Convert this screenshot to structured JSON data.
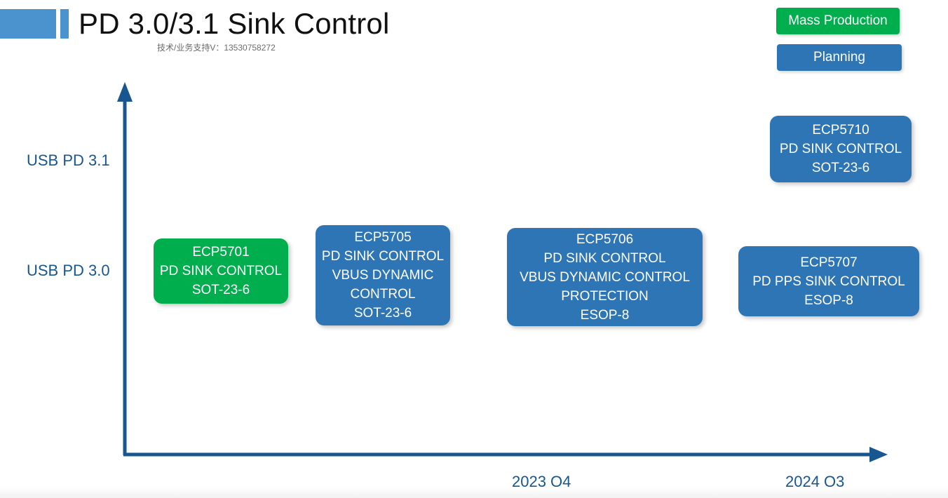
{
  "header": {
    "title": "PD 3.0/3.1 Sink Control",
    "subtitle": "技术/业务支持V：13530758272"
  },
  "legend": {
    "items": [
      {
        "label": "Mass Production",
        "color": "#00AE4D",
        "status": "mass-production"
      },
      {
        "label": "Planning",
        "color": "#2E75B6",
        "status": "planning"
      }
    ]
  },
  "chart_data": {
    "type": "scatter",
    "title": "PD 3.0/3.1 Sink Control",
    "xlabel": "",
    "ylabel": "",
    "grid": false,
    "legend_position": "top-right",
    "y_axis": {
      "categories": [
        "USB PD 3.0",
        "USB PD 3.1"
      ],
      "tick_labels": [
        "USB PD 3.1",
        "USB PD 3.0"
      ]
    },
    "x_axis": {
      "tick_labels": [
        "2023 Q4",
        "2024 Q3"
      ]
    },
    "series": [
      {
        "name": "Mass Production",
        "color": "#00AE4D",
        "points": [
          {
            "part": "ECP5701",
            "x": "",
            "y": "USB PD 3.0"
          }
        ]
      },
      {
        "name": "Planning",
        "color": "#2E75B6",
        "points": [
          {
            "part": "ECP5705",
            "x": "",
            "y": "USB PD 3.0"
          },
          {
            "part": "ECP5706",
            "x": "2023 Q4",
            "y": "USB PD 3.0"
          },
          {
            "part": "ECP5707",
            "x": "2024 Q3",
            "y": "USB PD 3.0"
          },
          {
            "part": "ECP5710",
            "x": "2024 Q3",
            "y": "USB PD 3.1"
          }
        ]
      }
    ]
  },
  "products": {
    "ecp5701": {
      "status": "mass-production",
      "lines": [
        "ECP5701",
        "PD SINK CONTROL",
        "SOT-23-6"
      ]
    },
    "ecp5705": {
      "status": "planning",
      "lines": [
        "ECP5705",
        "PD SINK CONTROL",
        "VBUS DYNAMIC CONTROL",
        "SOT-23-6"
      ]
    },
    "ecp5706": {
      "status": "planning",
      "lines": [
        "ECP5706",
        "PD SINK CONTROL",
        "VBUS DYNAMIC CONTROL",
        "PROTECTION",
        "ESOP-8"
      ]
    },
    "ecp5707": {
      "status": "planning",
      "lines": [
        "ECP5707",
        "PD PPS SINK CONTROL",
        "ESOP-8"
      ]
    },
    "ecp5710": {
      "status": "planning",
      "lines": [
        "ECP5710",
        "PD SINK CONTROL",
        "SOT-23-6"
      ]
    }
  },
  "axis": {
    "y_top_label": "USB PD 3.1",
    "y_bottom_label": "USB PD 3.0",
    "x_left_label": "2023 Q4",
    "x_right_label": "2024 Q3",
    "color": "#17568F"
  }
}
